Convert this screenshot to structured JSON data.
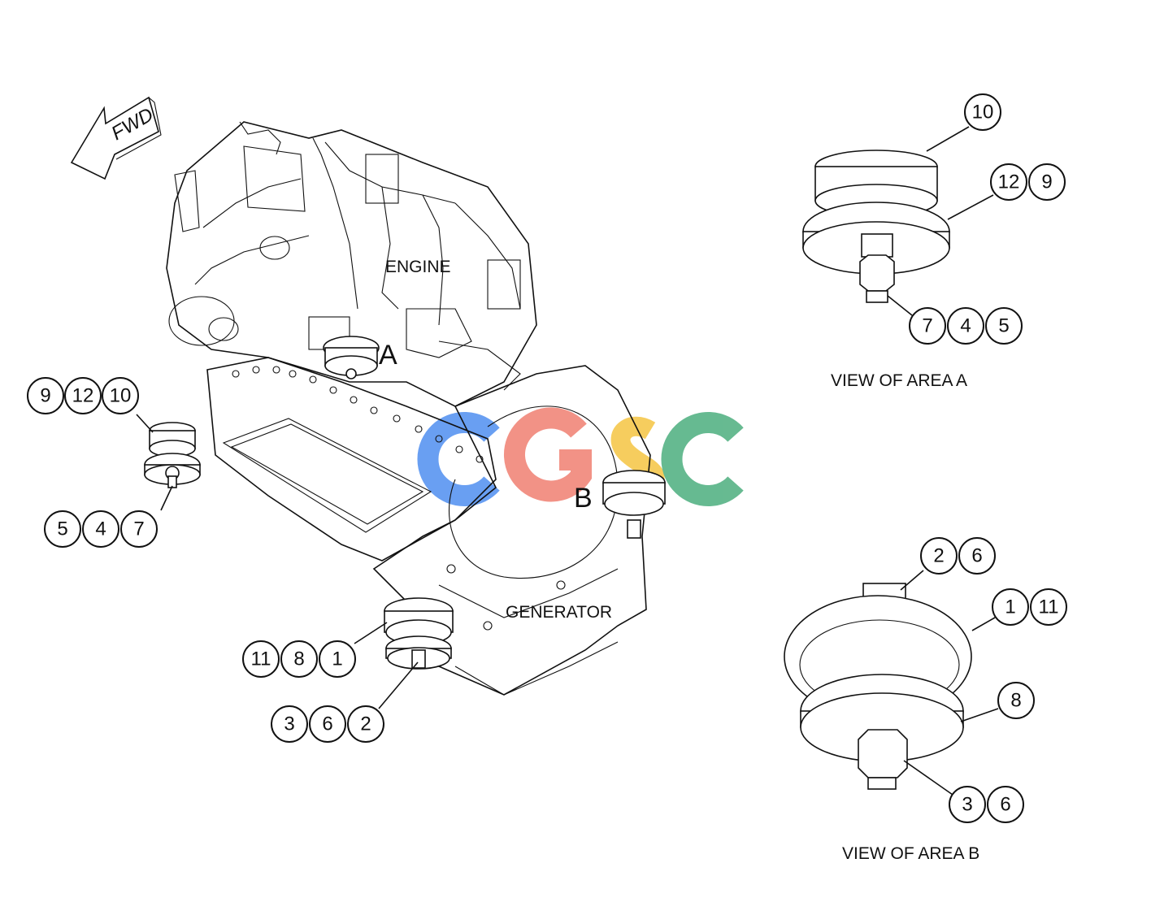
{
  "direction_arrow": "FWD",
  "labels": {
    "engine": "ENGINE",
    "generator": "GENERATOR",
    "area_a_marker": "A",
    "area_b_marker": "B",
    "view_a": "VIEW OF AREA A",
    "view_b": "VIEW OF AREA B"
  },
  "watermark": {
    "letters": [
      "C",
      "G",
      "S",
      "C"
    ],
    "colors": [
      "#4f8ff0",
      "#f07f72",
      "#f5c542",
      "#4cae7e"
    ]
  },
  "callouts": {
    "left_mount_top": [
      "9",
      "12",
      "10"
    ],
    "left_mount_bottom": [
      "5",
      "4",
      "7"
    ],
    "rear_mount_top": [
      "11",
      "8",
      "1"
    ],
    "rear_mount_bottom": [
      "3",
      "6",
      "2"
    ],
    "view_a_top": [
      "10"
    ],
    "view_a_middle": [
      "12",
      "9"
    ],
    "view_a_bottom": [
      "7",
      "4",
      "5"
    ],
    "view_b_top": [
      "2",
      "6"
    ],
    "view_b_upper": [
      "1",
      "11"
    ],
    "view_b_lower": [
      "8"
    ],
    "view_b_bottom": [
      "3",
      "6"
    ]
  }
}
